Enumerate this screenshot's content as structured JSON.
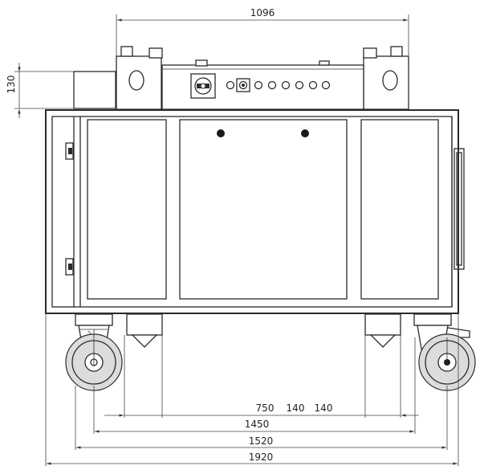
{
  "dimensions": {
    "top_width": "1096",
    "side_height": "130",
    "spacing_a": "750",
    "spacing_b": "140",
    "spacing_c": "140",
    "inner_span": "1450",
    "wheel_span": "1520",
    "overall_width": "1920"
  },
  "colors": {
    "line": "#2b2b2b",
    "background": "#ffffff",
    "wheel_fill": "#dcdcdc"
  }
}
